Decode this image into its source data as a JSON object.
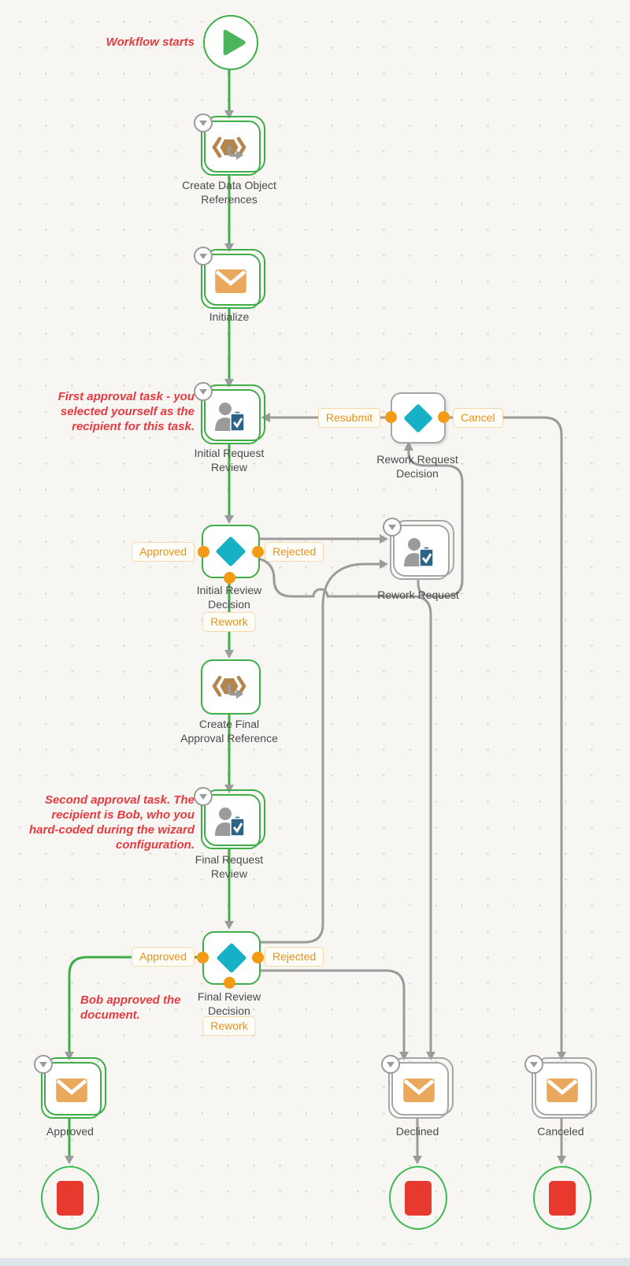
{
  "annotations": {
    "workflow_starts": "Workflow starts",
    "first_approval": "First approval task - you\nselected yourself as the\nrecipient for this task.",
    "second_approval": "Second approval task. The\nrecipient is Bob, who you\nhard-coded during the wizard\nconfiguration.",
    "bob_approved": "Bob approved the\ndocument."
  },
  "nodes": {
    "create_data_object_references": "Create Data Object\nReferences",
    "initialize": "Initialize",
    "initial_request_review": "Initial Request\nReview",
    "rework_request_decision": "Rework Request\nDecision",
    "initial_review_decision": "Initial Review\nDecision",
    "rework_request": "Rework Request",
    "create_final_approval_reference": "Create Final\nApproval Reference",
    "final_request_review": "Final Request\nReview",
    "final_review_decision": "Final Review\nDecision",
    "approved_email": "Approved",
    "declined_email": "Declined",
    "canceled_email": "Canceled"
  },
  "branch_labels": {
    "initial_approved": "Approved",
    "initial_rejected": "Rejected",
    "initial_rework": "Rework",
    "rework_resubmit": "Resubmit",
    "rework_cancel": "Cancel",
    "final_approved": "Approved",
    "final_rejected": "Rejected",
    "final_rework": "Rework"
  },
  "colors": {
    "flow_green": "#3fae49",
    "decision_teal": "#16b1c6",
    "port_orange": "#f49b16",
    "branch_text_orange": "#e8921a",
    "annotation_red": "#e53b40",
    "connector_gray": "#9b9b9b",
    "node_border_gray": "#a6a6a6",
    "label_text": "#4b4b4b",
    "terminate_red": "#e8392f"
  }
}
